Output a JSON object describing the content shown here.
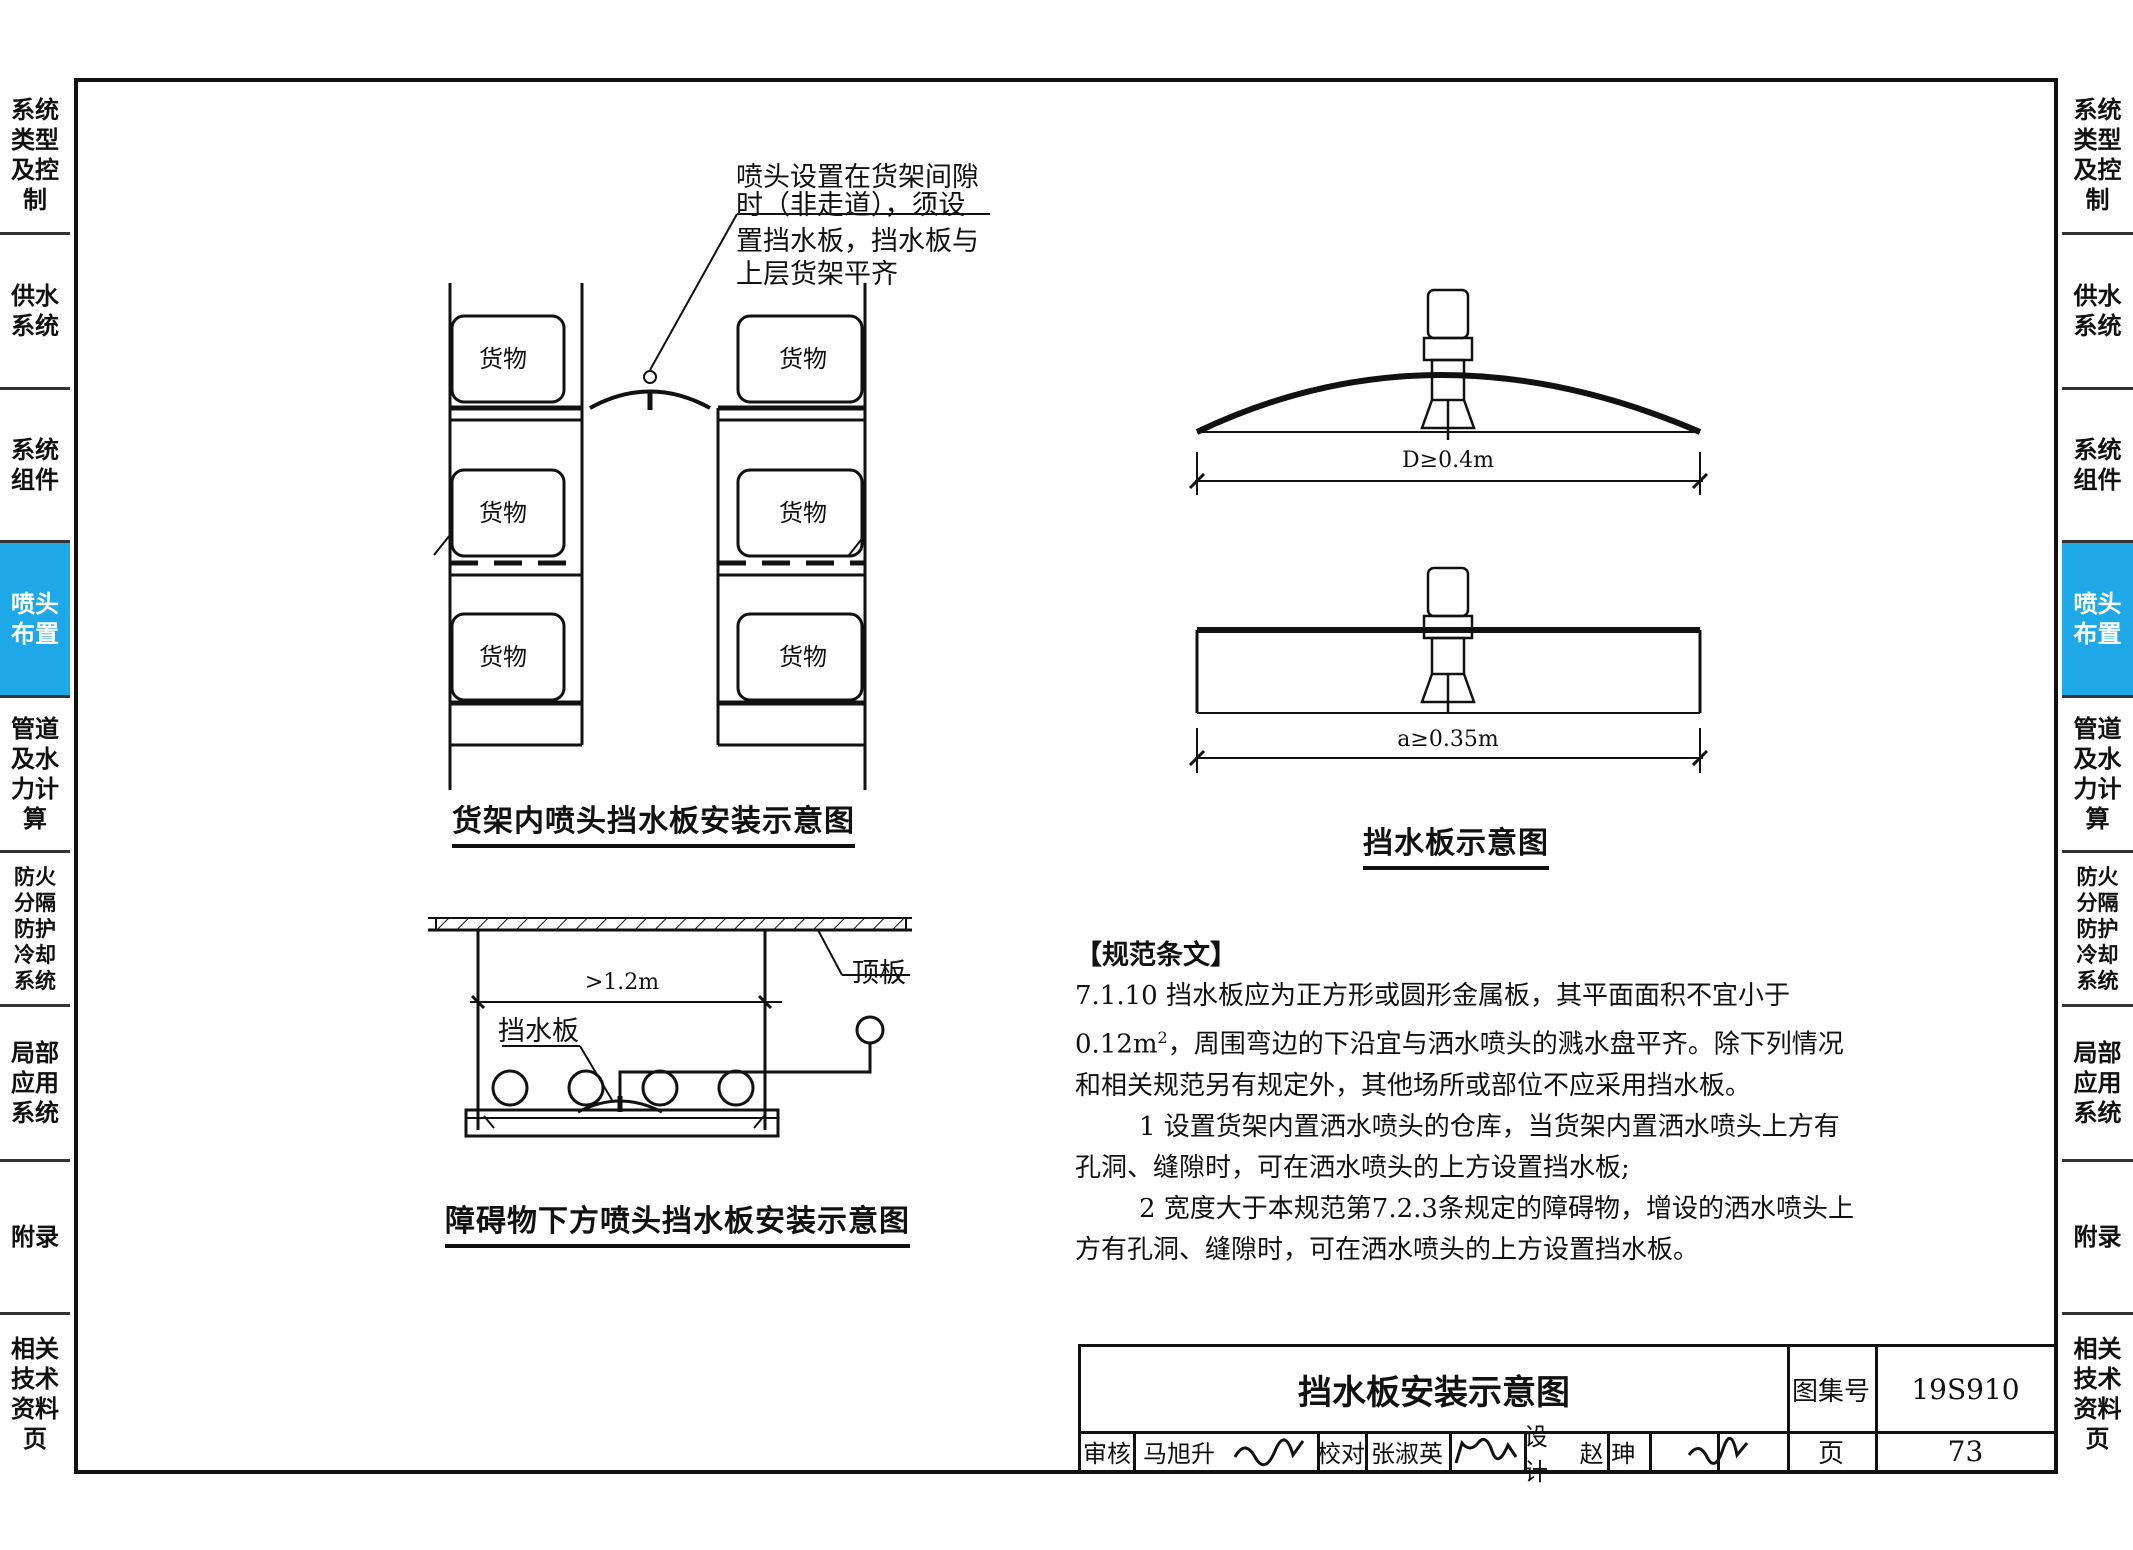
{
  "side_tabs": [
    {
      "label": "系统类型及控制",
      "active": false
    },
    {
      "label": "供水系统",
      "active": false
    },
    {
      "label": "系统组件",
      "active": false
    },
    {
      "label": "喷头布置",
      "active": true
    },
    {
      "label": "管道及水力计算",
      "active": false
    },
    {
      "label": "防火分隔防护冷却系统",
      "active": false
    },
    {
      "label": "局部应用系统",
      "active": false
    },
    {
      "label": "附录",
      "active": false
    },
    {
      "label": "相关技术资料页",
      "active": false
    }
  ],
  "colors": {
    "active_tab": "#1fa8e8",
    "ink": "#111111"
  },
  "fig1": {
    "note_lines": [
      "喷头设置在货架间隙",
      "时（非走道），须设",
      "置挡水板，挡水板与",
      "上层货架平齐"
    ],
    "goods_label": "货物",
    "caption": "货架内喷头挡水板安装示意图"
  },
  "fig2": {
    "dim1": "D≥0.4m",
    "dim2": "a≥0.35m",
    "caption": "挡水板示意图"
  },
  "fig3": {
    "dim": ">1.2m",
    "ceiling_label": "顶板",
    "baffle_label": "挡水板",
    "caption": "障碍物下方喷头挡水板安装示意图"
  },
  "spec": {
    "heading": "【规范条文】",
    "p1_a": "7.1.10 挡水板应为正方形或圆形金属板，其平面面积不宜小于0.12m",
    "p1_sup": "2",
    "p1_b": "，周围弯边的下沿宜与洒水喷头的溅水盘平齐。除下列情况和相关规范另有规定外，其他场所或部位不应采用挡水板。",
    "p2": "1 设置货架内置洒水喷头的仓库，当货架内置洒水喷头上方有孔洞、缝隙时，可在洒水喷头的上方设置挡水板;",
    "p3": "2 宽度大于本规范第7.2.3条规定的障碍物，增设的洒水喷头上方有孔洞、缝隙时，可在洒水喷头的上方设置挡水板。"
  },
  "title_block": {
    "title": "挡水板安装示意图",
    "atlas_label": "图集号",
    "atlas_no": "19S910",
    "page_label": "页",
    "page_no": "73",
    "review_label": "审核",
    "reviewer": "马旭升",
    "check_label": "校对",
    "checker": "张淑英",
    "design_label": "设计",
    "designer": "赵 珅"
  }
}
